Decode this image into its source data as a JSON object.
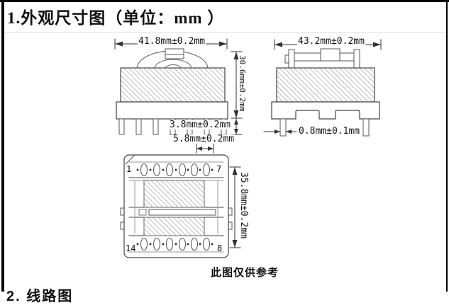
{
  "page": {
    "title": "1.外观尺寸图（单位：mm ）",
    "caption": "此图仅供参考",
    "next_section": "2.  线路图"
  },
  "front_view": {
    "width": "41.8mm±0.2mm",
    "height": "30.6mm±0.2mm",
    "pin_length": "3.8mm±0.2mm",
    "pin_pitch": "5.8mm±0.2mm"
  },
  "side_view": {
    "width": "43.2mm±0.2mm",
    "pin_diameter": "0.8mm±0.1mm"
  },
  "bottom_view": {
    "height": "35.8mm±0.2mm",
    "pin_top_left": "1",
    "pin_top_right": "7",
    "pin_bottom_left": "14",
    "pin_bottom_right": "8"
  }
}
